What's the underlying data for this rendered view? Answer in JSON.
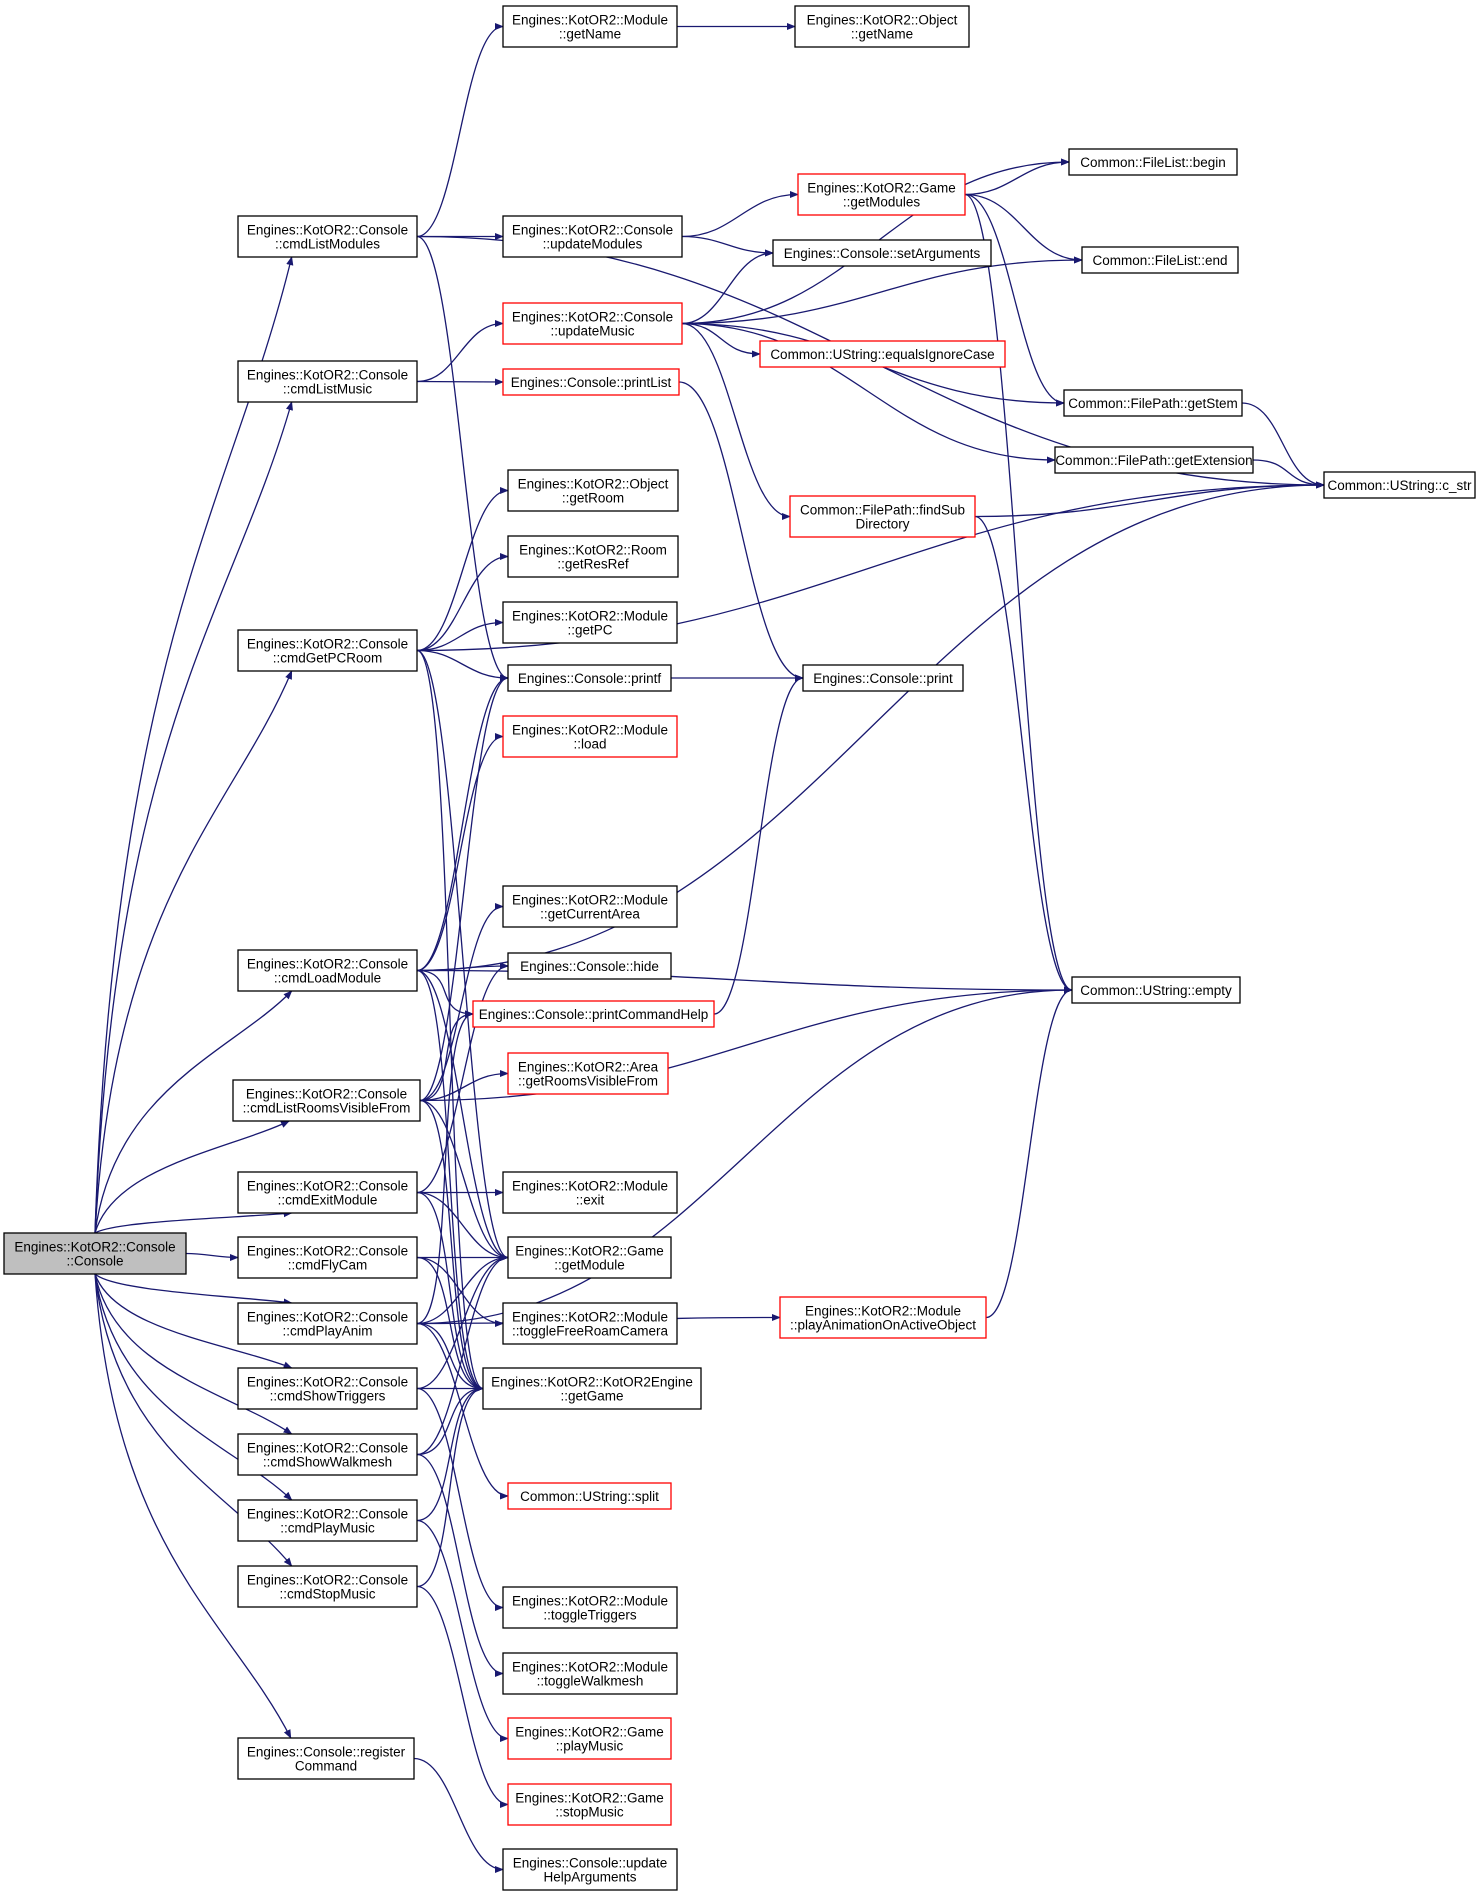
{
  "colors": {
    "edge": "#191970",
    "box_border": "#000000",
    "truncated_border": "#ff0000",
    "root_fill": "#bfbfbf",
    "fill": "#ffffff"
  },
  "nodes": {
    "root": {
      "lines": [
        "Engines::KotOR2::Console",
        "::Console"
      ],
      "kind": "root"
    },
    "cmdListModules": {
      "lines": [
        "Engines::KotOR2::Console",
        "::cmdListModules"
      ],
      "kind": "normal"
    },
    "cmdListMusic": {
      "lines": [
        "Engines::KotOR2::Console",
        "::cmdListMusic"
      ],
      "kind": "normal"
    },
    "cmdGetPCRoom": {
      "lines": [
        "Engines::KotOR2::Console",
        "::cmdGetPCRoom"
      ],
      "kind": "normal"
    },
    "cmdLoadModule": {
      "lines": [
        "Engines::KotOR2::Console",
        "::cmdLoadModule"
      ],
      "kind": "normal"
    },
    "cmdListRoomsVisibleFrom": {
      "lines": [
        "Engines::KotOR2::Console",
        "::cmdListRoomsVisibleFrom"
      ],
      "kind": "normal"
    },
    "cmdExitModule": {
      "lines": [
        "Engines::KotOR2::Console",
        "::cmdExitModule"
      ],
      "kind": "normal"
    },
    "cmdFlyCam": {
      "lines": [
        "Engines::KotOR2::Console",
        "::cmdFlyCam"
      ],
      "kind": "normal"
    },
    "cmdPlayAnim": {
      "lines": [
        "Engines::KotOR2::Console",
        "::cmdPlayAnim"
      ],
      "kind": "normal"
    },
    "cmdShowTriggers": {
      "lines": [
        "Engines::KotOR2::Console",
        "::cmdShowTriggers"
      ],
      "kind": "normal"
    },
    "cmdShowWalkmesh": {
      "lines": [
        "Engines::KotOR2::Console",
        "::cmdShowWalkmesh"
      ],
      "kind": "normal"
    },
    "cmdPlayMusic": {
      "lines": [
        "Engines::KotOR2::Console",
        "::cmdPlayMusic"
      ],
      "kind": "normal"
    },
    "cmdStopMusic": {
      "lines": [
        "Engines::KotOR2::Console",
        "::cmdStopMusic"
      ],
      "kind": "normal"
    },
    "registerCommand": {
      "lines": [
        "Engines::Console::register",
        "Command"
      ],
      "kind": "normal"
    },
    "moduleGetName": {
      "lines": [
        "Engines::KotOR2::Module",
        "::getName"
      ],
      "kind": "normal"
    },
    "objectGetName": {
      "lines": [
        "Engines::KotOR2::Object",
        "::getName"
      ],
      "kind": "normal"
    },
    "updateModules": {
      "lines": [
        "Engines::KotOR2::Console",
        "::updateModules"
      ],
      "kind": "normal"
    },
    "gameGetModules": {
      "lines": [
        "Engines::KotOR2::Game",
        "::getModules"
      ],
      "kind": "truncated"
    },
    "fileListBegin": {
      "lines": [
        "Common::FileList::begin"
      ],
      "kind": "normal"
    },
    "setArguments": {
      "lines": [
        "Engines::Console::setArguments"
      ],
      "kind": "normal"
    },
    "fileListEnd": {
      "lines": [
        "Common::FileList::end"
      ],
      "kind": "normal"
    },
    "updateMusic": {
      "lines": [
        "Engines::KotOR2::Console",
        "::updateMusic"
      ],
      "kind": "truncated"
    },
    "equalsIgnoreCase": {
      "lines": [
        "Common::UString::equalsIgnoreCase"
      ],
      "kind": "truncated"
    },
    "printList": {
      "lines": [
        "Engines::Console::printList"
      ],
      "kind": "truncated"
    },
    "getStem": {
      "lines": [
        "Common::FilePath::getStem"
      ],
      "kind": "normal"
    },
    "getExtension": {
      "lines": [
        "Common::FilePath::getExtension"
      ],
      "kind": "normal"
    },
    "findSubDirectory": {
      "lines": [
        "Common::FilePath::findSub",
        "Directory"
      ],
      "kind": "truncated"
    },
    "cStr": {
      "lines": [
        "Common::UString::c_str"
      ],
      "kind": "normal"
    },
    "objectGetRoom": {
      "lines": [
        "Engines::KotOR2::Object",
        "::getRoom"
      ],
      "kind": "normal"
    },
    "roomGetResRef": {
      "lines": [
        "Engines::KotOR2::Room",
        "::getResRef"
      ],
      "kind": "normal"
    },
    "moduleGetPC": {
      "lines": [
        "Engines::KotOR2::Module",
        "::getPC"
      ],
      "kind": "normal"
    },
    "printf": {
      "lines": [
        "Engines::Console::printf"
      ],
      "kind": "normal"
    },
    "print": {
      "lines": [
        "Engines::Console::print"
      ],
      "kind": "normal"
    },
    "moduleLoad": {
      "lines": [
        "Engines::KotOR2::Module",
        "::load"
      ],
      "kind": "truncated"
    },
    "getCurrentArea": {
      "lines": [
        "Engines::KotOR2::Module",
        "::getCurrentArea"
      ],
      "kind": "normal"
    },
    "hide": {
      "lines": [
        "Engines::Console::hide"
      ],
      "kind": "normal"
    },
    "printCommandHelp": {
      "lines": [
        "Engines::Console::printCommandHelp"
      ],
      "kind": "truncated"
    },
    "ustringEmpty": {
      "lines": [
        "Common::UString::empty"
      ],
      "kind": "normal"
    },
    "getRoomsVisibleFrom": {
      "lines": [
        "Engines::KotOR2::Area",
        "::getRoomsVisibleFrom"
      ],
      "kind": "truncated"
    },
    "moduleExit": {
      "lines": [
        "Engines::KotOR2::Module",
        "::exit"
      ],
      "kind": "normal"
    },
    "gameGetModule": {
      "lines": [
        "Engines::KotOR2::Game",
        "::getModule"
      ],
      "kind": "normal"
    },
    "toggleFreeRoamCamera": {
      "lines": [
        "Engines::KotOR2::Module",
        "::toggleFreeRoamCamera"
      ],
      "kind": "normal"
    },
    "playAnimationOnActiveObject": {
      "lines": [
        "Engines::KotOR2::Module",
        "::playAnimationOnActiveObject"
      ],
      "kind": "truncated"
    },
    "engineGetGame": {
      "lines": [
        "Engines::KotOR2::KotOR2Engine",
        "::getGame"
      ],
      "kind": "normal"
    },
    "split": {
      "lines": [
        "Common::UString::split"
      ],
      "kind": "truncated"
    },
    "toggleTriggers": {
      "lines": [
        "Engines::KotOR2::Module",
        "::toggleTriggers"
      ],
      "kind": "normal"
    },
    "toggleWalkmesh": {
      "lines": [
        "Engines::KotOR2::Module",
        "::toggleWalkmesh"
      ],
      "kind": "normal"
    },
    "gamePlayMusic": {
      "lines": [
        "Engines::KotOR2::Game",
        "::playMusic"
      ],
      "kind": "truncated"
    },
    "gameStopMusic": {
      "lines": [
        "Engines::KotOR2::Game",
        "::stopMusic"
      ],
      "kind": "truncated"
    },
    "updateHelpArguments": {
      "lines": [
        "Engines::Console::update",
        "HelpArguments"
      ],
      "kind": "normal"
    }
  },
  "edges": [
    [
      "root",
      "cmdListModules"
    ],
    [
      "root",
      "cmdListMusic"
    ],
    [
      "root",
      "cmdGetPCRoom"
    ],
    [
      "root",
      "cmdLoadModule"
    ],
    [
      "root",
      "cmdListRoomsVisibleFrom"
    ],
    [
      "root",
      "cmdExitModule"
    ],
    [
      "root",
      "cmdFlyCam"
    ],
    [
      "root",
      "cmdPlayAnim"
    ],
    [
      "root",
      "cmdShowTriggers"
    ],
    [
      "root",
      "cmdShowWalkmesh"
    ],
    [
      "root",
      "cmdPlayMusic"
    ],
    [
      "root",
      "cmdStopMusic"
    ],
    [
      "root",
      "registerCommand"
    ],
    [
      "cmdListModules",
      "moduleGetName"
    ],
    [
      "moduleGetName",
      "objectGetName"
    ],
    [
      "cmdListModules",
      "updateModules"
    ],
    [
      "cmdListModules",
      "cStr"
    ],
    [
      "cmdListModules",
      "printf"
    ],
    [
      "updateModules",
      "gameGetModules"
    ],
    [
      "updateModules",
      "setArguments"
    ],
    [
      "gameGetModules",
      "fileListBegin"
    ],
    [
      "gameGetModules",
      "fileListEnd"
    ],
    [
      "gameGetModules",
      "getStem"
    ],
    [
      "gameGetModules",
      "ustringEmpty"
    ],
    [
      "cmdListMusic",
      "updateMusic"
    ],
    [
      "cmdListMusic",
      "printList"
    ],
    [
      "updateMusic",
      "fileListBegin"
    ],
    [
      "updateMusic",
      "setArguments"
    ],
    [
      "updateMusic",
      "fileListEnd"
    ],
    [
      "updateMusic",
      "equalsIgnoreCase"
    ],
    [
      "updateMusic",
      "getStem"
    ],
    [
      "updateMusic",
      "getExtension"
    ],
    [
      "updateMusic",
      "findSubDirectory"
    ],
    [
      "printList",
      "print"
    ],
    [
      "getStem",
      "cStr"
    ],
    [
      "getExtension",
      "cStr"
    ],
    [
      "findSubDirectory",
      "cStr"
    ],
    [
      "findSubDirectory",
      "ustringEmpty"
    ],
    [
      "cmdGetPCRoom",
      "objectGetRoom"
    ],
    [
      "cmdGetPCRoom",
      "roomGetResRef"
    ],
    [
      "cmdGetPCRoom",
      "moduleGetPC"
    ],
    [
      "cmdGetPCRoom",
      "printf"
    ],
    [
      "cmdGetPCRoom",
      "cStr"
    ],
    [
      "cmdGetPCRoom",
      "gameGetModule"
    ],
    [
      "cmdGetPCRoom",
      "engineGetGame"
    ],
    [
      "printf",
      "print"
    ],
    [
      "cmdLoadModule",
      "printf"
    ],
    [
      "cmdLoadModule",
      "moduleLoad"
    ],
    [
      "cmdLoadModule",
      "cStr"
    ],
    [
      "cmdLoadModule",
      "ustringEmpty"
    ],
    [
      "cmdLoadModule",
      "hide"
    ],
    [
      "cmdLoadModule",
      "printCommandHelp"
    ],
    [
      "cmdLoadModule",
      "gameGetModule"
    ],
    [
      "cmdLoadModule",
      "engineGetGame"
    ],
    [
      "printCommandHelp",
      "print"
    ],
    [
      "cmdListRoomsVisibleFrom",
      "printf"
    ],
    [
      "cmdListRoomsVisibleFrom",
      "getCurrentArea"
    ],
    [
      "cmdListRoomsVisibleFrom",
      "printCommandHelp"
    ],
    [
      "cmdListRoomsVisibleFrom",
      "getRoomsVisibleFrom"
    ],
    [
      "cmdListRoomsVisibleFrom",
      "ustringEmpty"
    ],
    [
      "cmdListRoomsVisibleFrom",
      "gameGetModule"
    ],
    [
      "cmdListRoomsVisibleFrom",
      "engineGetGame"
    ],
    [
      "cmdExitModule",
      "hide"
    ],
    [
      "cmdExitModule",
      "moduleExit"
    ],
    [
      "cmdExitModule",
      "gameGetModule"
    ],
    [
      "cmdExitModule",
      "engineGetGame"
    ],
    [
      "cmdFlyCam",
      "gameGetModule"
    ],
    [
      "cmdFlyCam",
      "toggleFreeRoamCamera"
    ],
    [
      "cmdFlyCam",
      "engineGetGame"
    ],
    [
      "cmdPlayAnim",
      "printCommandHelp"
    ],
    [
      "cmdPlayAnim",
      "gameGetModule"
    ],
    [
      "cmdPlayAnim",
      "engineGetGame"
    ],
    [
      "cmdPlayAnim",
      "split"
    ],
    [
      "cmdPlayAnim",
      "playAnimationOnActiveObject"
    ],
    [
      "cmdPlayAnim",
      "ustringEmpty"
    ],
    [
      "cmdShowTriggers",
      "gameGetModule"
    ],
    [
      "cmdShowTriggers",
      "engineGetGame"
    ],
    [
      "cmdShowTriggers",
      "toggleTriggers"
    ],
    [
      "cmdShowWalkmesh",
      "gameGetModule"
    ],
    [
      "cmdShowWalkmesh",
      "engineGetGame"
    ],
    [
      "cmdShowWalkmesh",
      "toggleWalkmesh"
    ],
    [
      "cmdPlayMusic",
      "engineGetGame"
    ],
    [
      "cmdPlayMusic",
      "gamePlayMusic"
    ],
    [
      "cmdStopMusic",
      "engineGetGame"
    ],
    [
      "cmdStopMusic",
      "gameStopMusic"
    ],
    [
      "registerCommand",
      "updateHelpArguments"
    ],
    [
      "playAnimationOnActiveObject",
      "ustringEmpty"
    ]
  ]
}
